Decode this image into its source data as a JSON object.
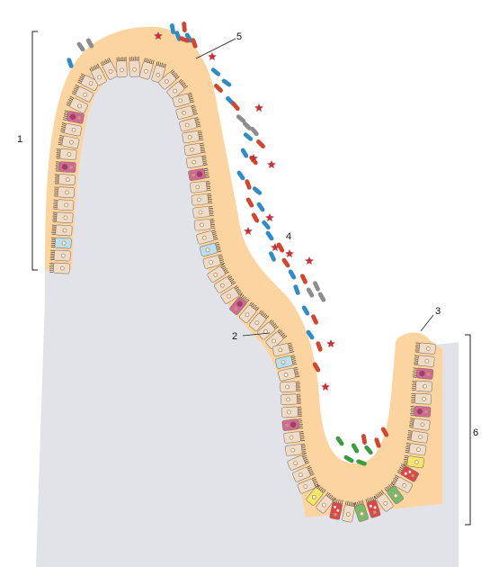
{
  "labels": {
    "l1": "1",
    "l2": "2",
    "l3": "3",
    "l4": "4",
    "l5": "5",
    "l6": "6"
  },
  "colors": {
    "lamina": "#e2e3e8",
    "mucus": "#fcd4a0",
    "cell": "#efdcc8",
    "cell_stroke": "#8a7766",
    "nucleus": "#c79a6a",
    "microvilli": "#4a3f38",
    "goblet": "#d06a95",
    "goblet_dark": "#9e3f6a",
    "tuft": "#b9dff0",
    "paneth": "#d9494b",
    "stem": "#79b96a",
    "yellow": "#f5e766",
    "bacteria_red": "#d2452e",
    "bacteria_blue": "#2f8cc7",
    "bacteria_gray": "#8d8d8d",
    "bacteria_green": "#3a9c3f",
    "star_red": "#c8323a"
  }
}
